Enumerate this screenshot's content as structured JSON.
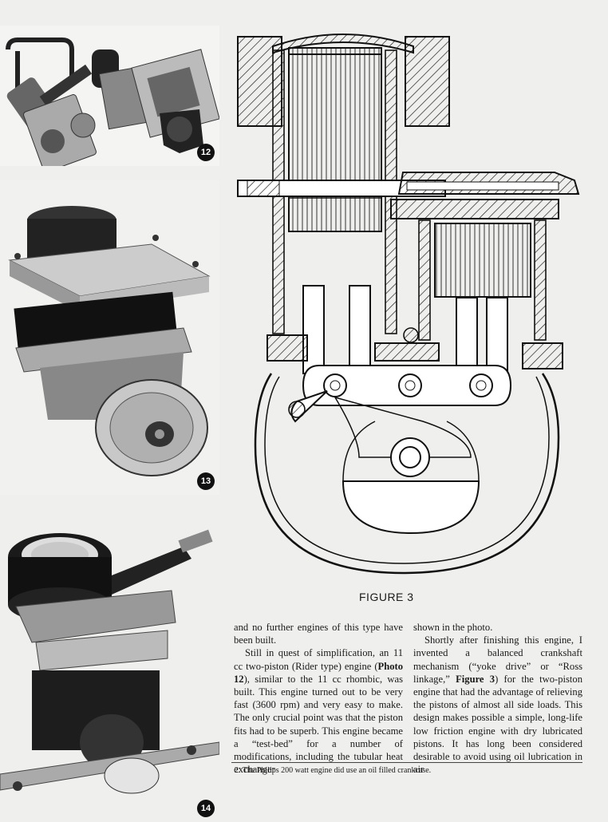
{
  "photos": [
    {
      "number": "12"
    },
    {
      "number": "13"
    },
    {
      "number": "14"
    }
  ],
  "figure": {
    "caption": "FIGURE 3"
  },
  "column1": {
    "p1": "and no further engines of this type have been built.",
    "p2_a": "Still in quest of simplification, an 11 cc two-piston (Rider type) engine (",
    "p2_ref": "Photo 12",
    "p2_b": "), similar to the 11 cc rhombic, was built. This engine turned out to be very fast (3600 rpm) and very easy to make. The only crucial point was that the piston fits had to be superb. This engine became a “test-bed” for a number of modifications, including the tubular heat exchanger"
  },
  "column2": {
    "p1": "shown in the photo.",
    "p2_a": "Shortly after finishing this engine, I invented a balanced crankshaft mechanism (“yoke drive” or “Ross linkage,” ",
    "p2_ref": "Figure 3",
    "p2_b": ") for the two-piston engine that had the advantage of relieving the pistons of almost all side loads. This design makes possible a simple, long-life low friction engine with dry lubricated pistons. It has long been considered desirable to avoid using oil lubrication in air"
  },
  "footnote": "2. The Philips 200 watt engine did use an oil filled crankcase."
}
